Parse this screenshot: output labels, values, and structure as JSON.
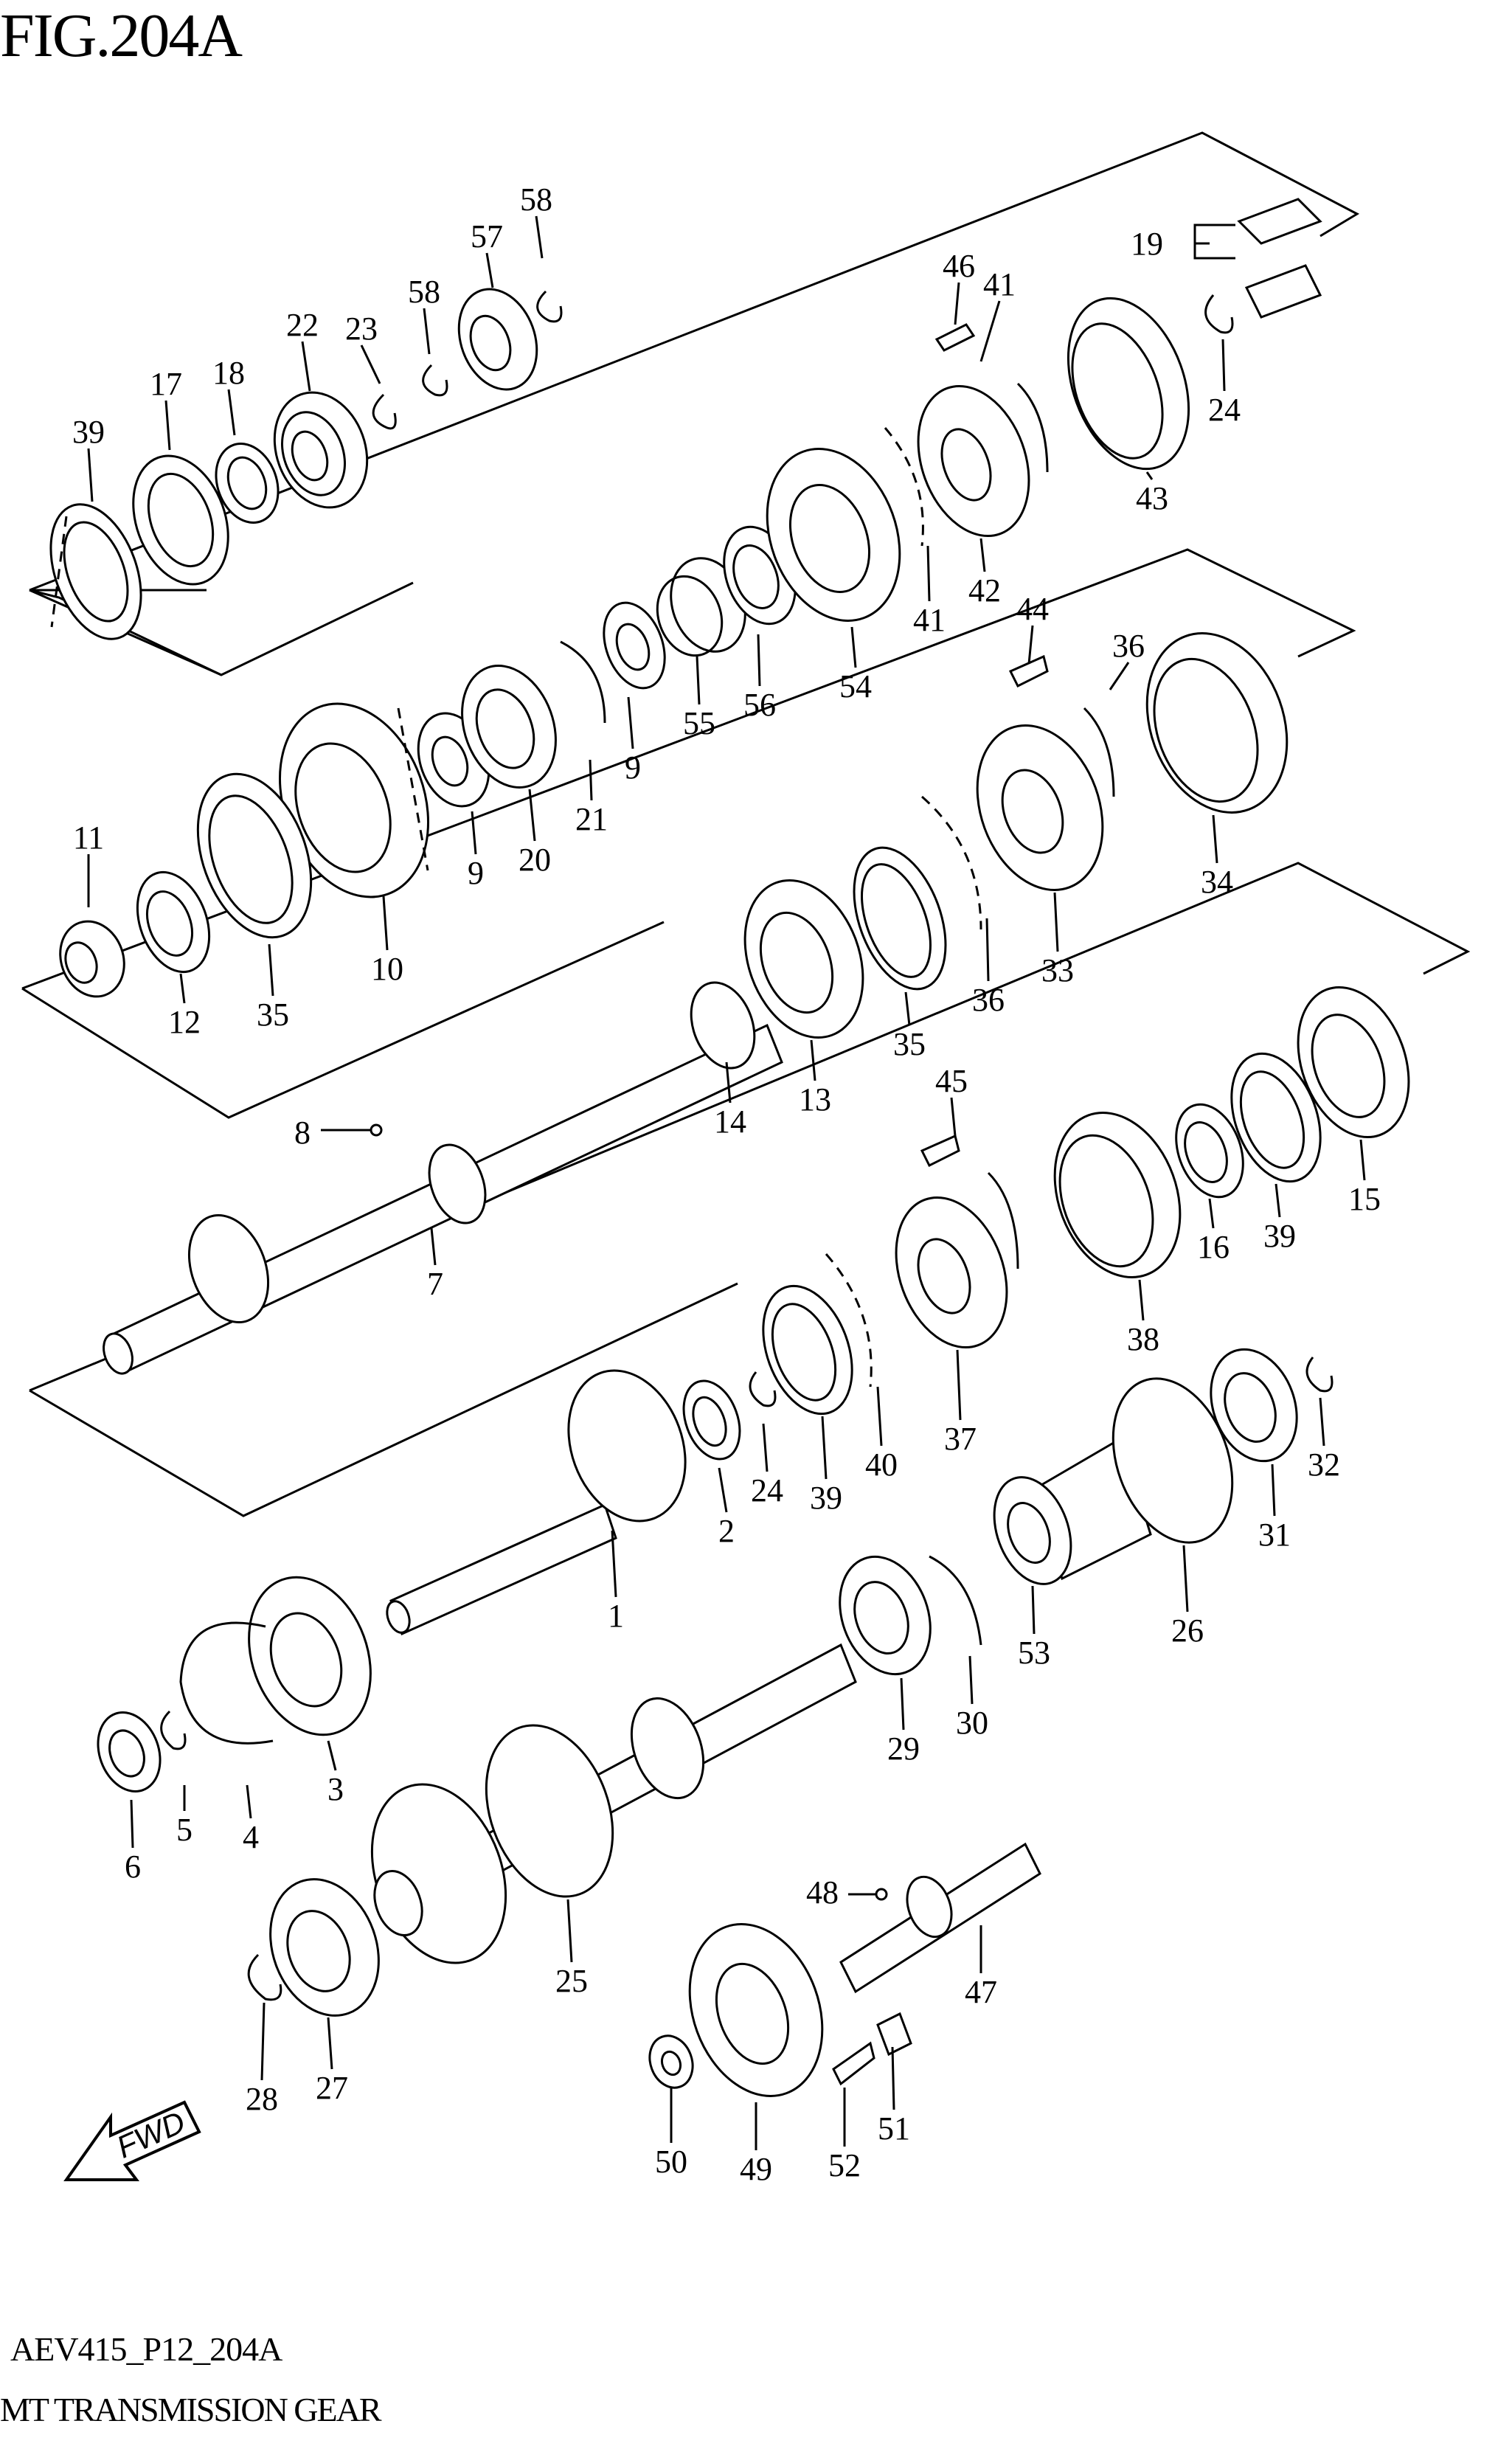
{
  "figure": {
    "title": "FIG.204A",
    "code": "AEV415_P12_204A",
    "subtitle": "MT TRANSMISSION GEAR"
  },
  "fwd_label": "FWD",
  "part_labels": [
    "1",
    "2",
    "3",
    "4",
    "5",
    "6",
    "7",
    "8",
    "9",
    "9",
    "10",
    "11",
    "12",
    "13",
    "14",
    "15",
    "16",
    "17",
    "18",
    "19",
    "20",
    "21",
    "22",
    "23",
    "24",
    "24",
    "25",
    "26",
    "27",
    "28",
    "29",
    "30",
    "31",
    "32",
    "33",
    "34",
    "35",
    "35",
    "36",
    "36",
    "37",
    "38",
    "39",
    "39",
    "39",
    "40",
    "41",
    "41",
    "42",
    "43",
    "44",
    "45",
    "46",
    "47",
    "48",
    "49",
    "50",
    "51",
    "52",
    "53",
    "54",
    "55",
    "56",
    "57",
    "58",
    "58"
  ]
}
